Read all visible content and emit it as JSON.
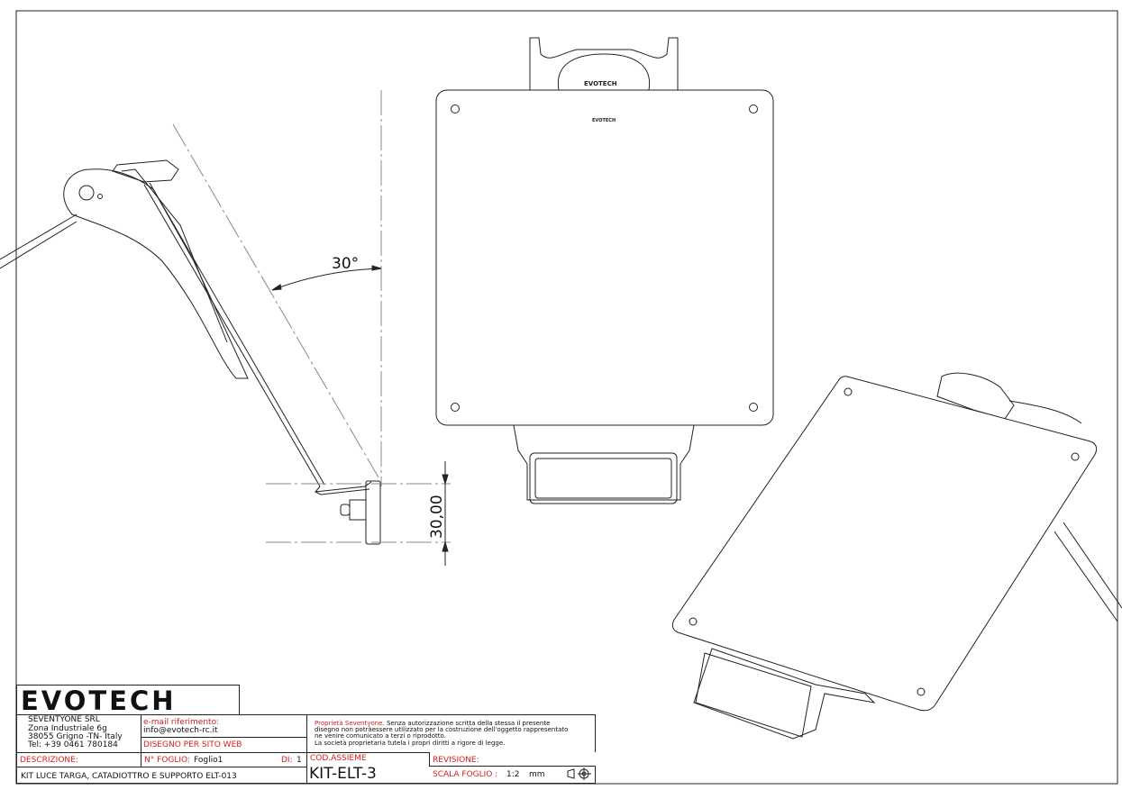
{
  "drawing": {
    "angle_label": "30°",
    "dimension_label": "30,00",
    "plate_logo_text": "EVOTECH",
    "connector_text": "EVOTECH"
  },
  "title_block": {
    "logo": "EVOTECH",
    "company": {
      "name": "SEVENTYONE SRL",
      "address1": "Zona Industriale 6g",
      "address2": "38055 Grigno -TN- Italy",
      "phone": "Tel: +39 0461 780184"
    },
    "email_label": "e-mail riferimento:",
    "email_value": "info@evotech-rc.it",
    "purpose": "DISEGNO PER SITO WEB",
    "description_label": "DESCRIZIONE:",
    "description_value": "KIT LUCE TARGA, CATADIOTTRO E SUPPORTO ELT-013",
    "sheet_label": "N° FOGLIO:",
    "sheet_value": "Foglio1",
    "of_label": "DI:",
    "of_value": "1",
    "notice_owner": "Proprietà Seventyone.",
    "notice_line1": " Senza autorizzazione scritta della stessa il presente",
    "notice_line2": "disegno non potràessere utilizzato per la costruzione dell'oggetto rappresentato",
    "notice_line3": "ne venire comunicato a terzi o riprodotto.",
    "notice_line4": "La società proprietaria tutela i propri diritti a rigore di legge.",
    "assembly_label": "COD.ASSIEME",
    "assembly_value": "KIT-ELT-3",
    "revision_label": "REVISIONE:",
    "scale_label": "SCALA FOGLIO :",
    "scale_value": "1:2",
    "unit": "mm",
    "projection_symbol": "first-angle-projection-icon"
  }
}
